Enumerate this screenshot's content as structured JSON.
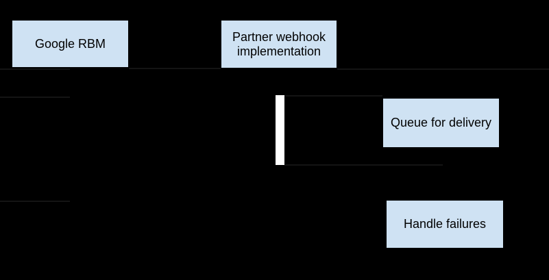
{
  "diagram": {
    "type": "sequence-diagram",
    "background_color": "#000000",
    "node_fill_color": "#cfe2f3",
    "node_text_color": "#000000",
    "activation_bar_color": "#ffffff",
    "faint_connector_color": "#141414",
    "nodes": [
      {
        "id": "google-rbm",
        "label": "Google RBM"
      },
      {
        "id": "partner-webhook",
        "label": "Partner webhook\nimplementation"
      },
      {
        "id": "queue-for-delivery",
        "label": "Queue for delivery"
      },
      {
        "id": "handle-failures",
        "label": "Handle failures"
      }
    ]
  }
}
